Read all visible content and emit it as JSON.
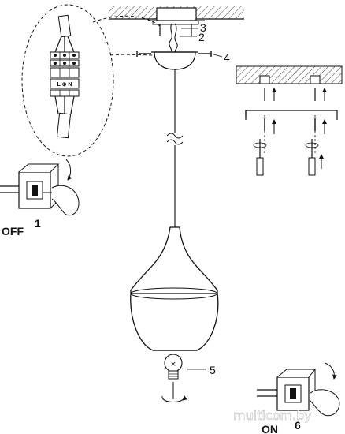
{
  "labels": {
    "l1": "1",
    "l2": "2",
    "l3": "3",
    "l4": "4",
    "l5": "5",
    "l6": "6",
    "off": "OFF",
    "on": "ON",
    "terminal": "L ⊕ N"
  },
  "watermark": "multicom.by"
}
